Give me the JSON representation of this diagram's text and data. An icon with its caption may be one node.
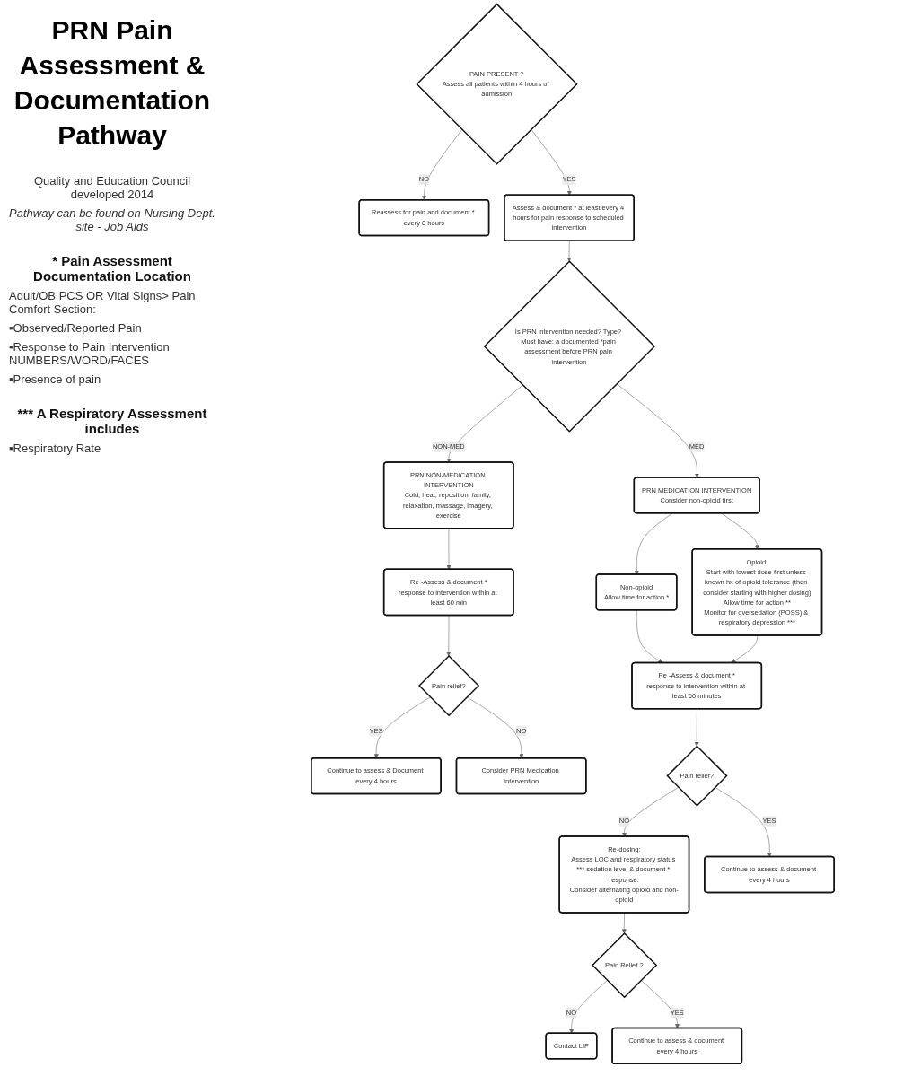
{
  "diagram": {
    "title": "PRN Pain Assessment & Documentation Pathway",
    "nodes": [
      {
        "text": [
          "PAIN PRESENT ?",
          "Assess all patients within 4 hours of admission"
        ]
      },
      {
        "text": [
          "Reassess for pain and document * every 8 hours"
        ]
      },
      {
        "text": [
          "Assess & document * at least every 4 hours for pain response to scheduled intervention"
        ]
      },
      {
        "text": [
          "Is PRN intervention needed? Type? Must have: a documented *pain assessment before PRN pain intervention"
        ]
      },
      {
        "text": [
          "PRN NON-MEDICATION INTERVENTION",
          "Cold, heat, reposition, family, relaxation, massage, imagery, exercise"
        ]
      },
      {
        "text": [
          "PRN MEDICATION INTERVENTION",
          "Consider non-opioid first"
        ]
      },
      {
        "text": [
          "Non-opioid",
          "Allow time for action *"
        ]
      },
      {
        "text": [
          "Opioid:",
          "Start with lowest dose first unless known hx of opioid tolerance (then consider starting with higher dosing)",
          "Allow time for action **",
          "Monitor for oversedation (POSS) & respiratory depression ***"
        ]
      },
      {
        "text": [
          "Re -Assess & document *",
          "response to intervention within at least 60 min"
        ]
      },
      {
        "text": [
          "Pain relief?"
        ]
      },
      {
        "text": [
          "Continue to assess & Document every 4 hours"
        ]
      },
      {
        "text": [
          "Consider PRN Medication Intervention"
        ]
      },
      {
        "text": [
          "Re -Assess & document *",
          "response to intervention within at least 60 minutes"
        ]
      },
      {
        "text": [
          "Pain relief?"
        ]
      },
      {
        "text": [
          "Re-dosing:",
          "Assess LOC and respiratory status *** sedation level & document * response.",
          "Consider alternating opioid and non-opioid"
        ]
      },
      {
        "text": [
          "Continue to assess & document every 4 hours"
        ]
      },
      {
        "text": [
          "Pain Relief ?"
        ]
      },
      {
        "text": [
          "Contact LIP"
        ]
      },
      {
        "text": [
          "Continue to assess & document every 4 hours"
        ]
      }
    ],
    "edges": [
      {
        "from": 0,
        "to": 1,
        "arrow": "to",
        "label": "NO"
      },
      {
        "from": 0,
        "to": 2,
        "arrow": "to",
        "label": "YES"
      },
      {
        "from": 2,
        "to": 3,
        "arrow": "to"
      },
      {
        "from": 3,
        "to": 4,
        "arrow": "to",
        "label": "NON-MED"
      },
      {
        "from": 3,
        "to": 5,
        "arrow": "to",
        "label": "MED"
      },
      {
        "from": 5,
        "to": 6,
        "arrow": "to"
      },
      {
        "from": 5,
        "to": 7,
        "arrow": "to"
      },
      {
        "from": 4,
        "to": 8,
        "arrow": "to"
      },
      {
        "from": 6,
        "to": 12,
        "arrow": "to"
      },
      {
        "from": 7,
        "to": 12,
        "arrow": "to"
      },
      {
        "from": 8,
        "to": 9,
        "arrow": "to"
      },
      {
        "from": 9,
        "to": 10,
        "arrow": "to",
        "label": "YES"
      },
      {
        "from": 9,
        "to": 11,
        "arrow": "to",
        "label": "NO"
      },
      {
        "from": 12,
        "to": 13,
        "arrow": "to"
      },
      {
        "from": 13,
        "to": 14,
        "arrow": "to",
        "label": "NO"
      },
      {
        "from": 13,
        "to": 15,
        "arrow": "to",
        "label": "YES"
      },
      {
        "from": 14,
        "to": 16,
        "arrow": "to"
      },
      {
        "from": 16,
        "to": 17,
        "arrow": "to",
        "label": "NO"
      },
      {
        "from": 16,
        "to": 18,
        "arrow": "to",
        "label": "YES"
      }
    ],
    "labels": [
      "Quality and Education Council developed 2014",
      "Pathway can be found on Nursing Dept. site - Job Aids",
      "* Pain Assessment Documentation Location",
      "Adult/OB PCS OR Vital Signs> Pain Comfort Section:",
      "▪Observed/Reported Pain",
      "▪Response to Pain Intervention NUMBERS/WORD/FACES",
      "▪Presence of pain",
      "*** A Respiratory Assessment includes",
      "▪Respiratory Rate"
    ]
  }
}
